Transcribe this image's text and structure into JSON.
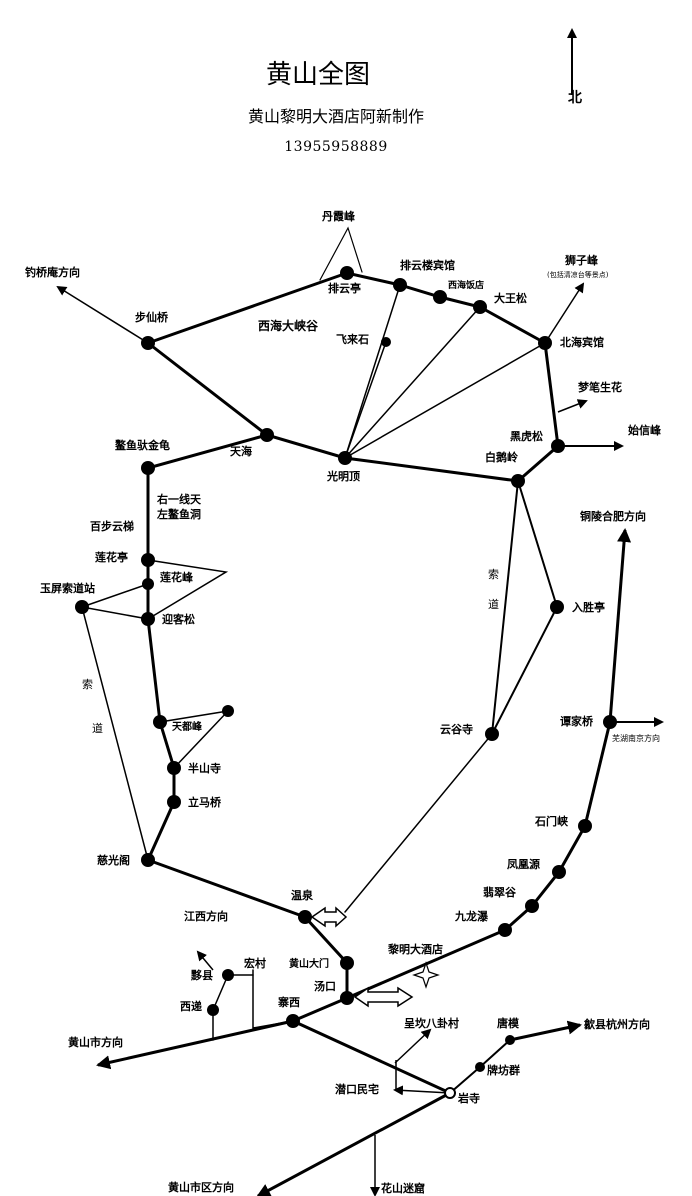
{
  "header": {
    "title": "黄山全图",
    "subtitle": "黄山黎明大酒店阿新制作",
    "phone": "13955958889",
    "north": "北"
  },
  "places": {
    "danxia": "丹霞峰",
    "paiyunlou": "排云楼宾馆",
    "paiyunting": "排云亭",
    "xihaifandian": "西海饭店",
    "dawangsong": "大王松",
    "shizifeng": "狮子峰",
    "shizifeng_note": "(包括清凉台等景点)",
    "diaoqiao": "钓桥庵方向",
    "buxian": "步仙桥",
    "xihai_canyon": "西海大峡谷",
    "feilai": "飞来石",
    "beihai": "北海宾馆",
    "menghua": "梦笔生花",
    "shixin": "始信峰",
    "heihu": "黑虎松",
    "baie": "白鹅岭",
    "aoyu": "鳌鱼驮金龟",
    "tianhai": "天海",
    "guangming": "光明顶",
    "yixiantian_1": "右一线天",
    "yixiantian_2": "左鳌鱼洞",
    "baibu": "百步云梯",
    "tongling": "铜陵合肥方向",
    "lianhuating": "莲花亭",
    "lianhuafeng": "莲花峰",
    "yuping": "玉屏索道站",
    "yingke": "迎客松",
    "suodao_1": "索",
    "suodao_2": "道",
    "rusheng": "入胜亭",
    "suodao_left_1": "索",
    "suodao_left_2": "道",
    "tiandu": "天都峰",
    "yungu": "云谷寺",
    "tanjia": "谭家桥",
    "wuhu": "芜湖南京方向",
    "banshan": "半山寺",
    "lima": "立马桥",
    "shimen": "石门峡",
    "ciguang": "慈光阁",
    "fenghuang": "凤凰源",
    "feicui": "翡翠谷",
    "wenquan": "温泉",
    "jiangxi": "江西方向",
    "jiulong": "九龙瀑",
    "liming": "黎明大酒店",
    "huangshandamen": "黄山大门",
    "tangkou": "汤口",
    "hongcun": "宏村",
    "yixian": "黟县",
    "xidi": "西递",
    "zhaixi": "寨西",
    "xinganba": "呈坎八卦村",
    "tangmo": "唐模",
    "shexian": "歙县杭州方向",
    "huangshanshi": "黄山市方向",
    "paifang": "牌坊群",
    "qiankou": "潜口民宅",
    "yansi": "岩寺",
    "shiqu": "黄山市区方向",
    "huashan": "花山迷窟"
  },
  "colors": {
    "ink": "#000000",
    "background": "#ffffff"
  }
}
